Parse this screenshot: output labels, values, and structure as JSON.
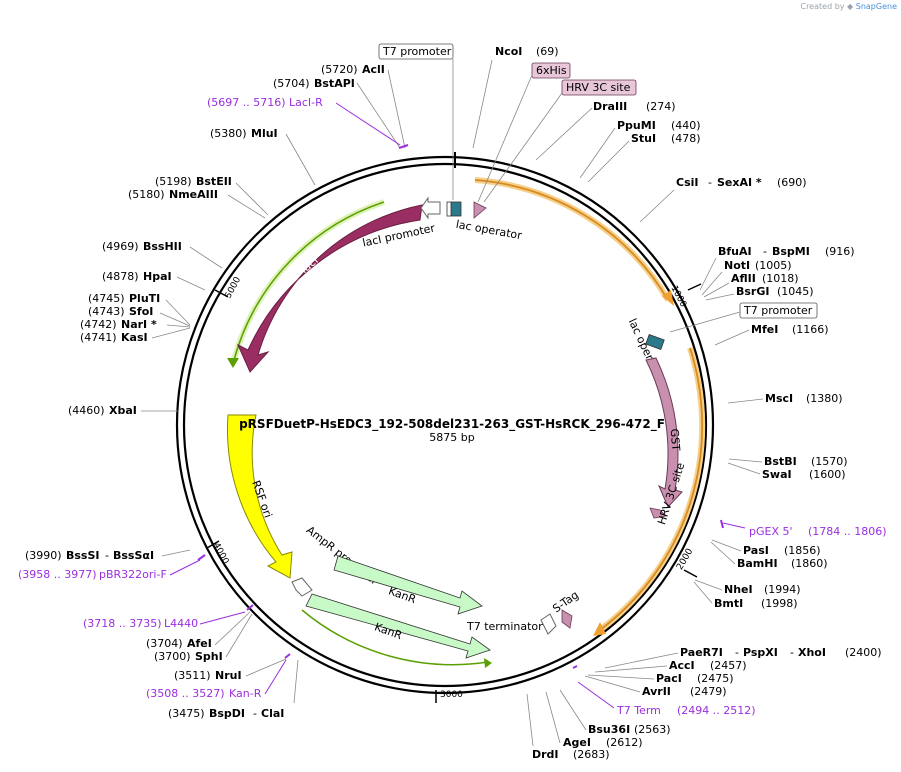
{
  "credit": {
    "prefix": "Created by",
    "brand": "SnapGene"
  },
  "plasmid": {
    "name": "pRSFDuetP-HsEDC3_192-508del231-263_GST-HsRCK_296-472_F",
    "size_label": "5875 bp"
  },
  "ticks": [
    "1000",
    "2000",
    "3000",
    "4000",
    "5000"
  ],
  "colors": {
    "backbone": "#000000",
    "lacI": "#9a2e62",
    "lacI_glow": "#bfe78a",
    "orange_arc": "#f0a030",
    "gst": "#c98faf",
    "kanr": "#c8fac8",
    "rsf_ori": "#ffff00",
    "primer": "#9a2ee0",
    "lac_op": "#2a7a8c"
  },
  "sites_left": [
    {
      "pos": "(5720)",
      "name": "AclI"
    },
    {
      "pos": "(5704)",
      "name": "BstAPI"
    },
    {
      "pos": "(5380)",
      "name": "MluI"
    },
    {
      "pos": "(5198)",
      "name": "BstEII"
    },
    {
      "pos": "(5180)",
      "name": "NmeAIII"
    },
    {
      "pos": "(4969)",
      "name": "BssHII"
    },
    {
      "pos": "(4878)",
      "name": "HpaI"
    },
    {
      "pos": "(4745)",
      "name": "PluTI"
    },
    {
      "pos": "(4743)",
      "name": "SfoI"
    },
    {
      "pos": "(4742)",
      "name": "NarI *"
    },
    {
      "pos": "(4741)",
      "name": "KasI"
    },
    {
      "pos": "(4460)",
      "name": "XbaI"
    },
    {
      "pos": "(3990)",
      "name": "BssSI",
      "name2": "BssSαI"
    },
    {
      "pos": "(3704)",
      "name": "AfeI"
    },
    {
      "pos": "(3700)",
      "name": "SphI"
    },
    {
      "pos": "(3511)",
      "name": "NruI"
    },
    {
      "pos": "(3475)",
      "name": "BspDI",
      "name2": "ClaI"
    }
  ],
  "sites_right": [
    {
      "name": "NcoI",
      "pos": "(69)"
    },
    {
      "name": "DraIII",
      "pos": "(274)"
    },
    {
      "name": "PpuMI",
      "pos": "(440)"
    },
    {
      "name": "StuI",
      "pos": "(478)"
    },
    {
      "name": "CsiI",
      "name2": "SexAI *",
      "pos": "(690)"
    },
    {
      "name": "BfuAI",
      "name2": "BspMI",
      "pos": "(916)"
    },
    {
      "name": "NotI",
      "pos": "(1005)"
    },
    {
      "name": "AflII",
      "pos": "(1018)"
    },
    {
      "name": "BsrGI",
      "pos": "(1045)"
    },
    {
      "name": "MfeI",
      "pos": "(1166)"
    },
    {
      "name": "MscI",
      "pos": "(1380)"
    },
    {
      "name": "BstBI",
      "pos": "(1570)"
    },
    {
      "name": "SwaI",
      "pos": "(1600)"
    },
    {
      "name": "PasI",
      "pos": "(1856)"
    },
    {
      "name": "BamHI",
      "pos": "(1860)"
    },
    {
      "name": "NheI",
      "pos": "(1994)"
    },
    {
      "name": "BmtI",
      "pos": "(1998)"
    },
    {
      "name": "PaeR7I",
      "name2": "PspXI",
      "name3": "XhoI",
      "pos": "(2400)"
    },
    {
      "name": "AccI",
      "pos": "(2457)"
    },
    {
      "name": "PacI",
      "pos": "(2475)"
    },
    {
      "name": "AvrII",
      "pos": "(2479)"
    },
    {
      "name": "Bsu36I",
      "pos": "(2563)"
    },
    {
      "name": "AgeI",
      "pos": "(2612)"
    },
    {
      "name": "DrdI",
      "pos": "(2683)"
    }
  ],
  "primers": [
    {
      "range": "(5697 .. 5716)",
      "name": "LacI-R"
    },
    {
      "range": "(3958 .. 3977)",
      "name": "pBR322ori-F"
    },
    {
      "range": "(3718 .. 3735)",
      "name": "L4440"
    },
    {
      "range": "(3508 .. 3527)",
      "name": "Kan-R"
    },
    {
      "name": "pGEX 5'",
      "range": "(1784 .. 1806)"
    },
    {
      "name": "T7 Term",
      "range": "(2494 .. 2512)"
    }
  ],
  "boxed": [
    "T7 promoter",
    "6xHis",
    "HRV 3C site",
    "T7 promoter"
  ],
  "features": {
    "lacI": "lacI",
    "lacI_promoter": "lacI promoter",
    "lac_operator_top": "lac operator",
    "lac_operator_right": "lac operator",
    "gst": "GST",
    "hrv_3c": "HRV 3C site",
    "rsf_ori": "RSF ori",
    "ampr_promoter": "AmpR promoter",
    "kanr1": "KanR",
    "kanr2": "KanR",
    "t7_terminator": "T7 terminator",
    "s_tag": "S-Tag"
  }
}
